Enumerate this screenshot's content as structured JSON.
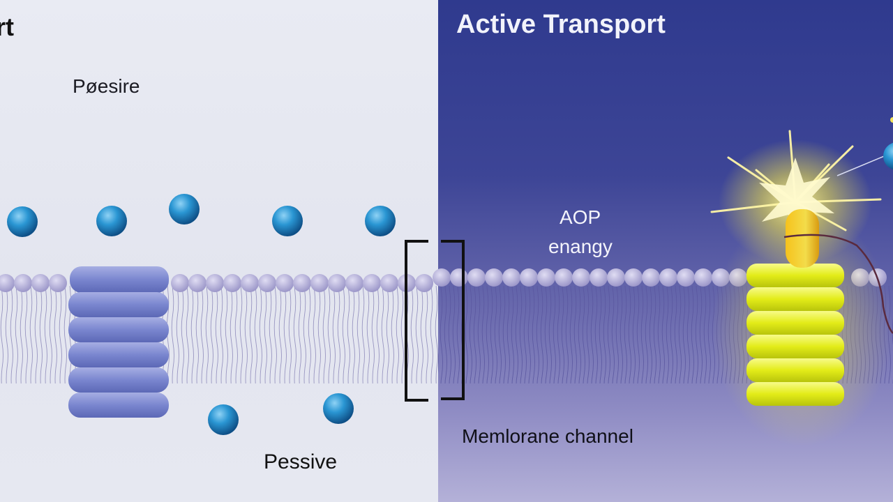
{
  "labels": {
    "left_title": "rt",
    "right_title": "Active Transport",
    "left_top": "Pøesire",
    "left_bottom": "Pessive",
    "energy_line1": "AOP",
    "energy_line2": "enangy",
    "channel": "Memlorane channel"
  },
  "colors": {
    "left_background": "#e6e8f1",
    "right_background": "#3d4596",
    "molecule": "#1f88c4",
    "passive_channel": "#7b86cf",
    "active_pump": "#e8ef1c",
    "energy_burst": "#fff27a",
    "membrane_head": "#b3b0d6"
  },
  "icons": {
    "molecule": "molecule-icon",
    "energy": "energy-burst-icon"
  }
}
